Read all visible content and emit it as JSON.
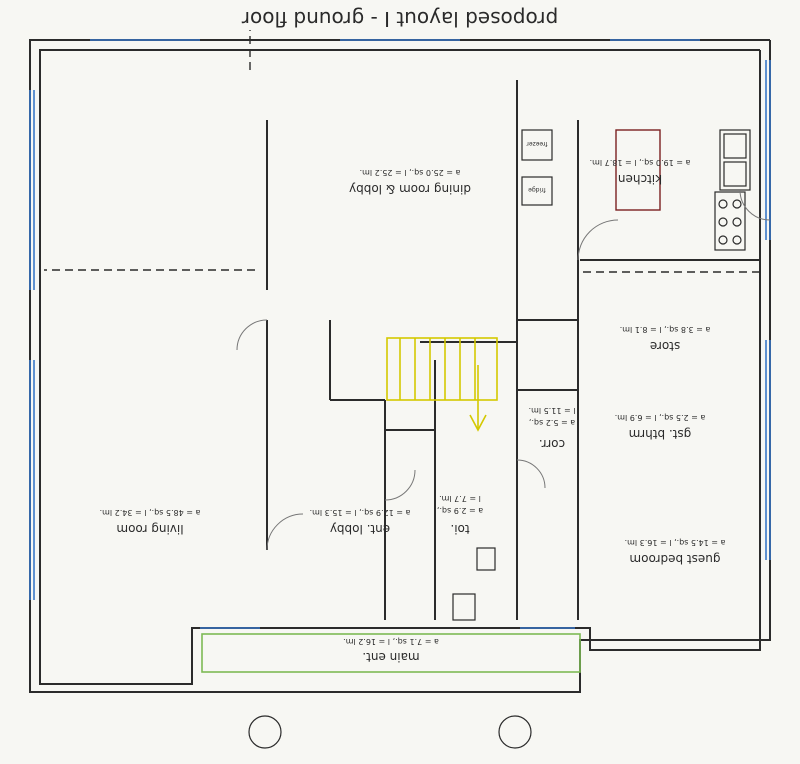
{
  "title": "proposed layout I - ground floor",
  "rooms": {
    "kitchen": {
      "name": "kitchen",
      "info": "a = 19.0 sq., l = 18.7 lm."
    },
    "dining": {
      "name": "dining room & lobby",
      "info": "a = 25.0 sq., l = 25.2 lm."
    },
    "store": {
      "name": "store",
      "info": "a = 3.8 sq., l = 8.1 lm."
    },
    "gst_bthrm": {
      "name": "gst. bthrm",
      "info": "a = 2.5 sq., l = 6.9 lm."
    },
    "corr": {
      "name": "corr.",
      "info_a": "a = 5.2 sq.,",
      "info_l": "l = 11.5 lm."
    },
    "living": {
      "name": "living room",
      "info": "a = 48.5 sq., l = 34.2 lm."
    },
    "ent_lobby": {
      "name": "ent. lobby",
      "info": "a = 12.9 sq., l = 15.3 lm."
    },
    "toi": {
      "name": "toi.",
      "info_a": "a = 2.9 sq.,",
      "info_l": "l = 7.7 lm."
    },
    "guest_bedroom": {
      "name": "guest bedroom",
      "info": "a = 14.5 sq., l = 16.3 lm."
    },
    "main_ent": {
      "name": "main ent.",
      "info": "a = 7.1 sq., l = 16.2 lm."
    }
  },
  "appliances": {
    "freezer": "freezer",
    "fridge": "fridge"
  },
  "colors": {
    "window": "#3a78c8",
    "stair": "#d4c800",
    "entrance": "#7dba55",
    "kitchen_island": "#7a2020"
  }
}
